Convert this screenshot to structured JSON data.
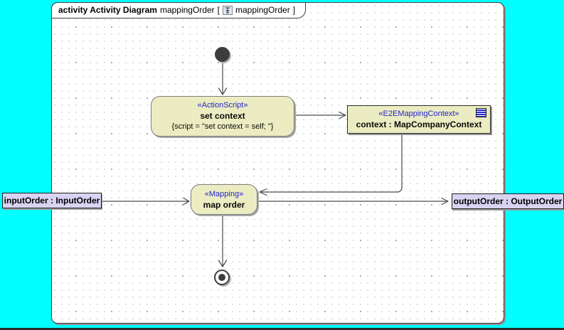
{
  "colors": {
    "canvas_background": "#00FFFF",
    "node_fill": "#ECECC2",
    "pin_fill": "#D9D3F2",
    "stereotype_text": "#2323CC",
    "edge_line": "#4A4A4A"
  },
  "frame": {
    "title_keyword": "activity Activity Diagram",
    "title_diagram_name": "mappingOrder",
    "title_open_bracket": "[",
    "title_ref_name": "mappingOrder",
    "title_close_bracket": "]"
  },
  "icons": {
    "frame_icon": "activity-diagram-icon",
    "context_node_icon": "properties-list-icon"
  },
  "nodes": {
    "initial": {
      "kind": "initial-node"
    },
    "set_context": {
      "stereotype": "«ActionScript»",
      "name": "set context",
      "script": "{script = \"set context = self; \"}"
    },
    "mapping_context": {
      "stereotype": "«E2EMappingContext»",
      "name": "context : MapCompanyContext"
    },
    "map_order": {
      "stereotype": "«Mapping»",
      "name": "map order"
    },
    "input_pin": {
      "label": "inputOrder : InputOrder"
    },
    "output_pin": {
      "label": "outputOrder : OutputOrder"
    },
    "final": {
      "kind": "activity-final-node"
    }
  }
}
